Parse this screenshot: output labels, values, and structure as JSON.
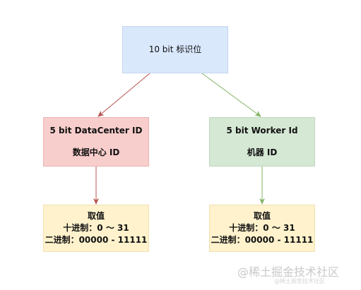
{
  "diagram": {
    "root": {
      "label": "10 bit 标识位"
    },
    "datacenter": {
      "title": "5 bit DataCenter ID",
      "subtitle": "数据中心 ID"
    },
    "worker": {
      "title": "5 bit Worker Id",
      "subtitle": "机器 ID"
    },
    "datacenter_range": {
      "heading": "取值",
      "decimal": "十进制：0 ～ 31",
      "binary": "二进制：00000 - 11111"
    },
    "worker_range": {
      "heading": "取值",
      "decimal": "十进制：0 ～ 31",
      "binary": "二进制：00000 - 11111"
    },
    "edge_colors": {
      "left": "#b85450",
      "right": "#82b366"
    }
  },
  "watermark": {
    "text": "@稀土掘金技术社区",
    "subtext": "@稀土掘金技术社区"
  }
}
